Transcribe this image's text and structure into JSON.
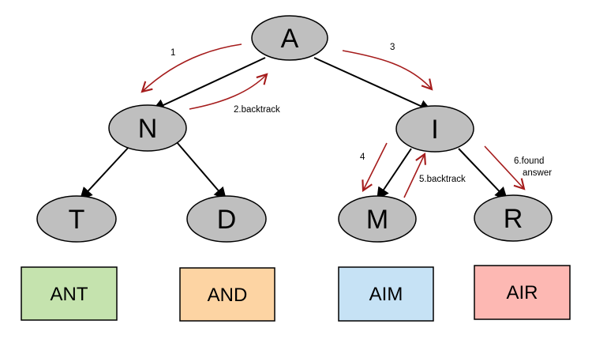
{
  "colors": {
    "node_fill": "#bfbfbf",
    "edge": "#000000",
    "step_arrow": "#a51c1c",
    "box_ant": "#c5e3ae",
    "box_and": "#fdd4a3",
    "box_aim": "#c6e2f5",
    "box_air": "#fdb8b3"
  },
  "nodes": {
    "a": "A",
    "n": "N",
    "i": "I",
    "t": "T",
    "d": "D",
    "m": "M",
    "r": "R"
  },
  "words": {
    "ant": "ANT",
    "and": "AND",
    "aim": "AIM",
    "air": "AIR"
  },
  "steps": {
    "s1": "1",
    "s2": "2.backtrack",
    "s3": "3",
    "s4": "4",
    "s5": "5.backtrack",
    "s6_line1": "6.found",
    "s6_line2": "answer"
  }
}
